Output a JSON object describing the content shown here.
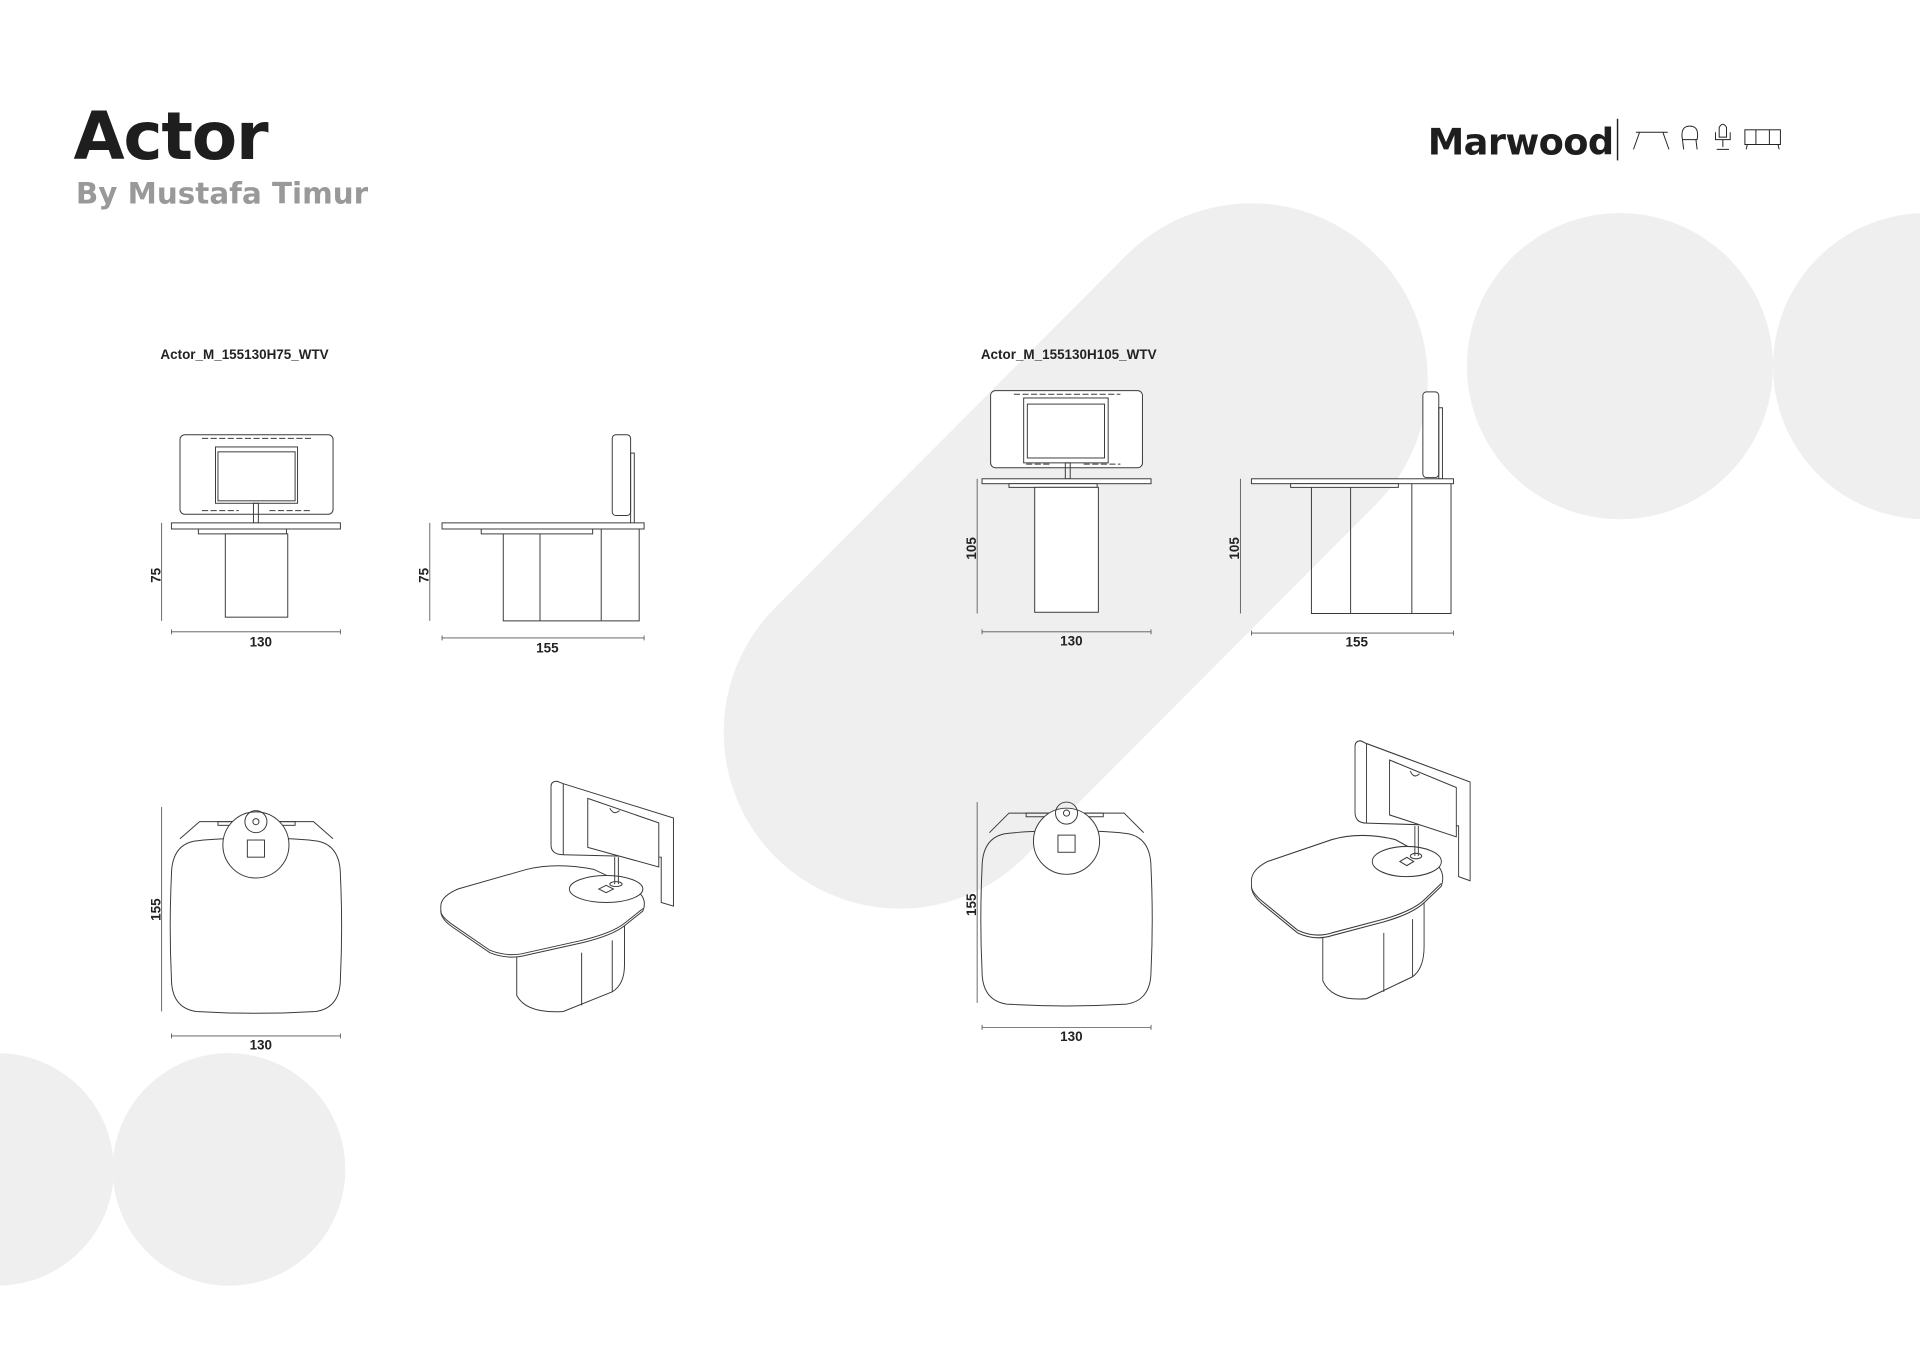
{
  "header": {
    "title": "Actor",
    "subtitle": "By Mustafa Timur",
    "brand": "Marwood",
    "brand_icons": [
      "table-icon",
      "armchair-icon",
      "office-chair-icon",
      "sideboard-icon"
    ]
  },
  "colors": {
    "text": "#1e1e1e",
    "subtitle": "#999999",
    "background_shapes": "#f0efef",
    "line": "#3a3a3a"
  },
  "variants": [
    {
      "code": "Actor_M_155130H75_WTV",
      "front": {
        "height": "75",
        "width": "130"
      },
      "side": {
        "height": "75",
        "length": "155"
      },
      "top": {
        "depth": "155",
        "width": "130"
      }
    },
    {
      "code": "Actor_M_155130H105_WTV",
      "front": {
        "height": "105",
        "width": "130"
      },
      "side": {
        "height": "105",
        "length": "155"
      },
      "top": {
        "depth": "155",
        "width": "130"
      }
    }
  ]
}
